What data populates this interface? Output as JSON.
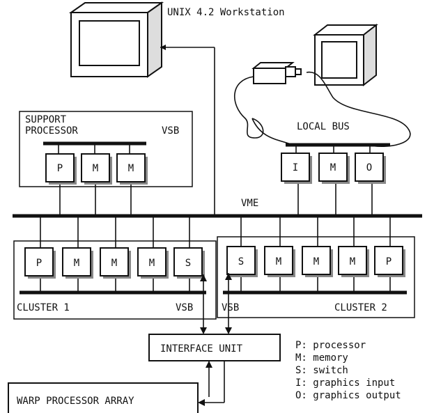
{
  "title": "UNIX 4.2 Workstation",
  "support": {
    "label_line1": "SUPPORT",
    "label_line2": "PROCESSOR",
    "bus_label": "VSB",
    "modules": [
      "P",
      "M",
      "M"
    ]
  },
  "local": {
    "bus_label": "LOCAL BUS",
    "modules": [
      "I",
      "M",
      "O"
    ]
  },
  "vme_label": "VME",
  "cluster1": {
    "label": "CLUSTER 1",
    "bus_label": "VSB",
    "modules": [
      "P",
      "M",
      "M",
      "M",
      "S"
    ]
  },
  "cluster2": {
    "label": "CLUSTER 2",
    "bus_label": "VSB",
    "modules": [
      "S",
      "M",
      "M",
      "M",
      "P"
    ]
  },
  "interface_label": "INTERFACE  UNIT",
  "warp_label": "WARP  PROCESSOR  ARRAY",
  "legend": [
    "P: processor",
    "M: memory",
    "S: switch",
    "I: graphics input",
    "O: graphics output"
  ]
}
